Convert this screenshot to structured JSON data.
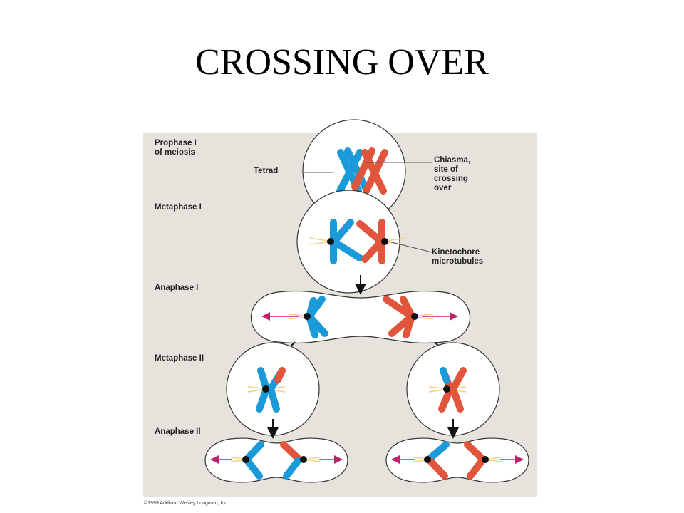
{
  "title": "CROSSING OVER",
  "stages": {
    "prophase1": "Prophase I\nof meiosis",
    "metaphase1": "Metaphase I",
    "anaphase1": "Anaphase I",
    "metaphase2": "Metaphase II",
    "anaphase2": "Anaphase II"
  },
  "labels": {
    "tetrad": "Tetrad",
    "chiasma": "Chiasma,\nsite of\ncrossing\nover",
    "kinetochore": "Kinetochore\nmicrotubules"
  },
  "copyright": "©1999 Addison Wesley Longman, Inc.",
  "colors": {
    "maternal": "#1a9ad8",
    "paternal": "#e0553b",
    "spindle_arrow": "#c21f6e",
    "panel": "#e6e3dd"
  }
}
